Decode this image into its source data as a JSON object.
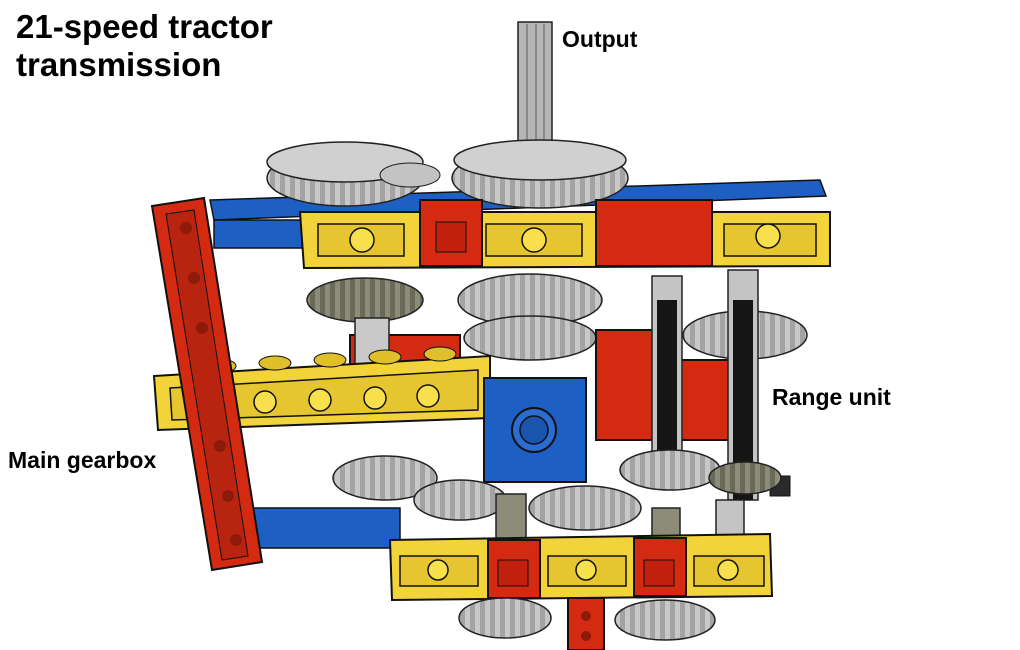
{
  "figure": {
    "title_line1": "21-speed tractor",
    "title_line2": "transmission",
    "labels": {
      "output": "Output",
      "range_unit": "Range unit",
      "main_gearbox": "Main gearbox"
    }
  },
  "colors": {
    "beam_yellow": "#F2D33A",
    "beam_yellow_dark": "#B89A1A",
    "beam_red": "#D42A12",
    "beam_red_dark": "#8E1A0A",
    "beam_blue": "#1E5FC4",
    "gear_gray": "#BDBDBD",
    "gear_dark": "#7F7F6E",
    "axle_black": "#151515",
    "outline": "#111111"
  }
}
